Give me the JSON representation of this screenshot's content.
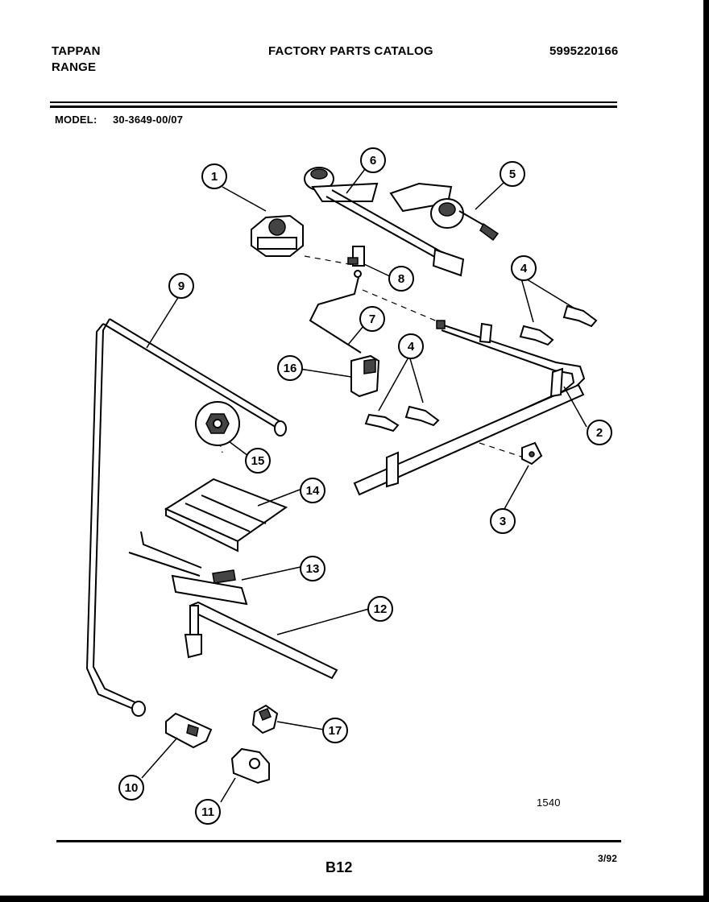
{
  "header": {
    "brand": "TAPPAN",
    "product": "RANGE",
    "catalog_title": "FACTORY PARTS CATALOG",
    "catalog_number": "5995220166"
  },
  "model": {
    "label": "MODEL:",
    "value": "30-3649-00/07"
  },
  "diagram": {
    "callouts": [
      "1",
      "2",
      "3",
      "4",
      "4",
      "5",
      "6",
      "7",
      "8",
      "9",
      "10",
      "11",
      "12",
      "13",
      "14",
      "15",
      "16",
      "17"
    ],
    "drawing_code": "1540"
  },
  "footer": {
    "page_code": "B12",
    "date": "3/92"
  }
}
